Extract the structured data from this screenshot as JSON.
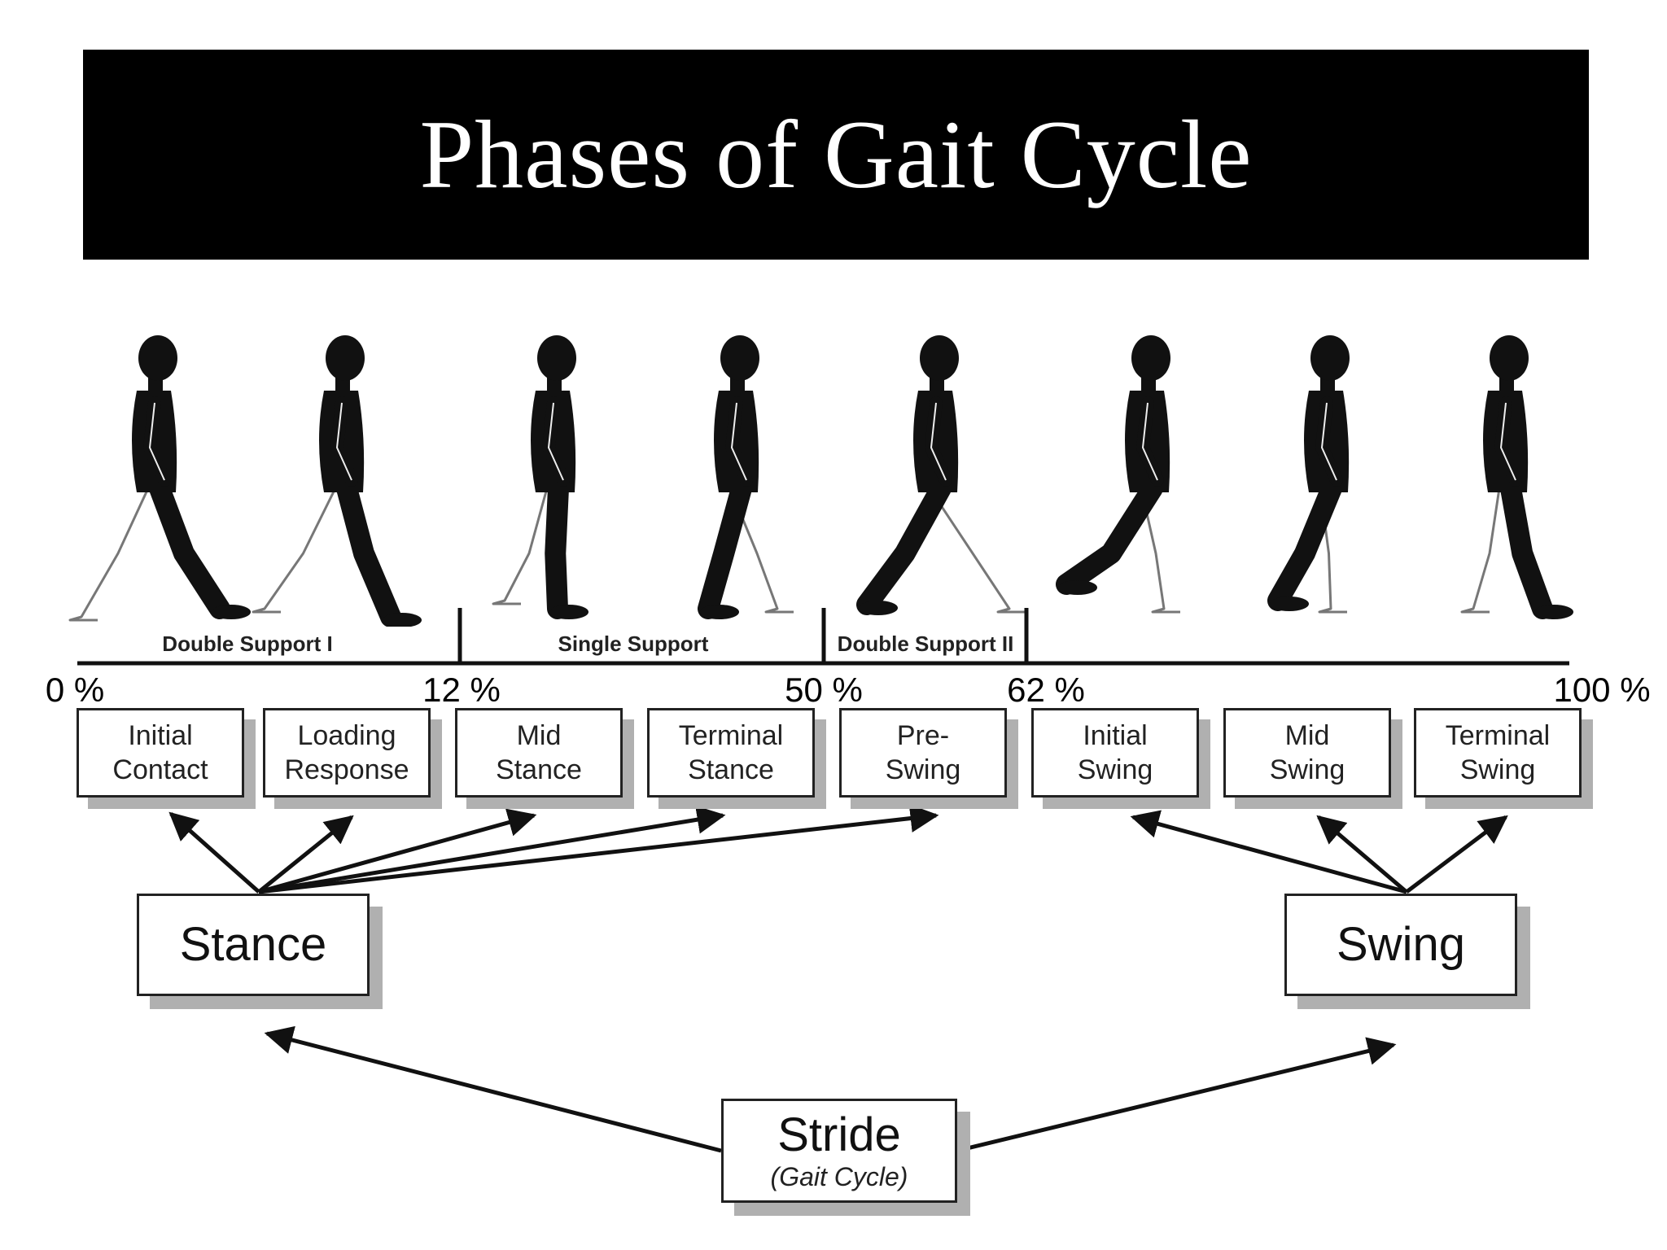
{
  "title": "Phases of Gait Cycle",
  "support_phases": [
    "Double Support I",
    "Single Support",
    "Double Support II"
  ],
  "percent_marks": [
    "0 %",
    "12 %",
    "50 %",
    "62 %",
    "100 %"
  ],
  "phases": [
    {
      "line1": "Initial",
      "line2": "Contact"
    },
    {
      "line1": "Loading",
      "line2": "Response"
    },
    {
      "line1": "Mid",
      "line2": "Stance"
    },
    {
      "line1": "Terminal",
      "line2": "Stance"
    },
    {
      "line1": "Pre-",
      "line2": "Swing"
    },
    {
      "line1": "Initial",
      "line2": "Swing"
    },
    {
      "line1": "Mid",
      "line2": "Swing"
    },
    {
      "line1": "Terminal",
      "line2": "Swing"
    }
  ],
  "stance_label": "Stance",
  "swing_label": "Swing",
  "stride_label": "Stride",
  "stride_sublabel": "(Gait Cycle)",
  "colors": {
    "title_bg": "#000000",
    "title_text": "#ffffff",
    "figure_fill": "#111111",
    "shadow": "#b0b0b0"
  }
}
